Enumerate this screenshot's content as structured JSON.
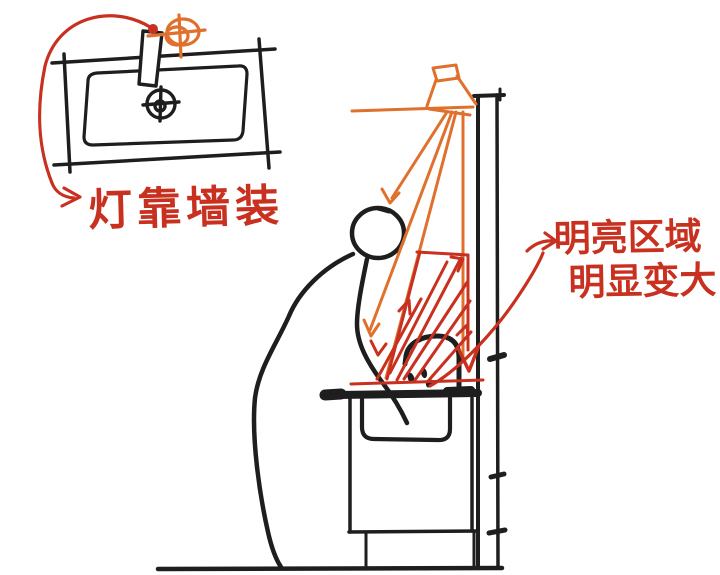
{
  "labels": {
    "plan_note": "灯靠墙装",
    "bright_note_line1": "明亮区域",
    "bright_note_line2": "明显变大"
  },
  "colors": {
    "background": "#ffffff",
    "ink": "#1e1e1e",
    "orange": "#e0702d",
    "red": "#c8301f"
  }
}
